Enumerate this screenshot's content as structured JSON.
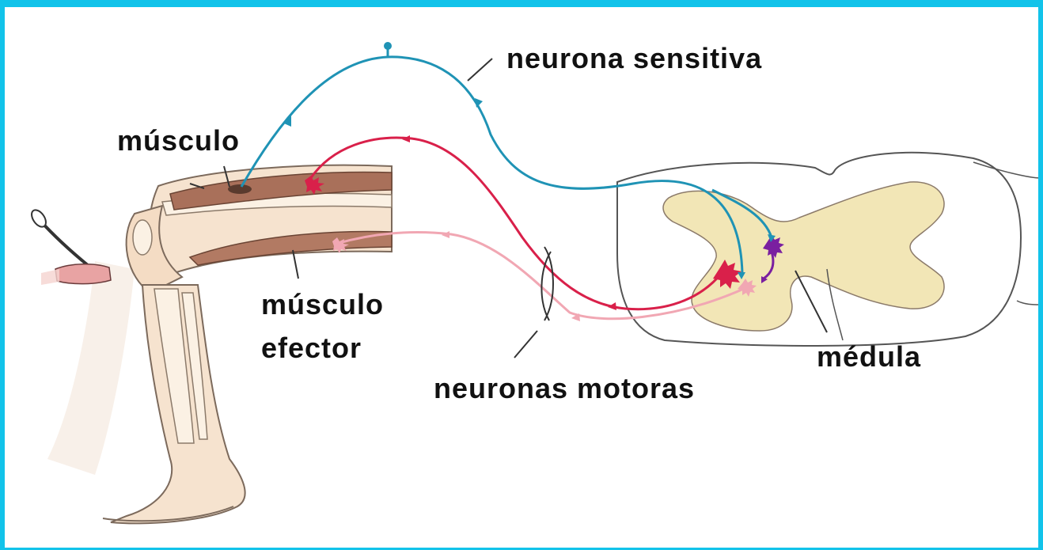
{
  "labels": {
    "sensory_neuron": "neurona sensitiva",
    "muscle": "músculo",
    "effector_muscle_line1": "músculo",
    "effector_muscle_line2": "efector",
    "motor_neurons": "neuronas motoras",
    "spinal_cord": "médula"
  },
  "colors": {
    "frame": "#12c3ea",
    "sensory_neuron": "#1f93b5",
    "motor_neuron": "#d9204a",
    "motor_neuron_secondary": "#f1a7b3",
    "interneuron": "#7a1fa0",
    "gray_matter": "#f2e6b6",
    "muscle": "#a9705a",
    "skin": "#f4dcc4"
  },
  "icons": [
    "reflex-hammer-icon"
  ]
}
